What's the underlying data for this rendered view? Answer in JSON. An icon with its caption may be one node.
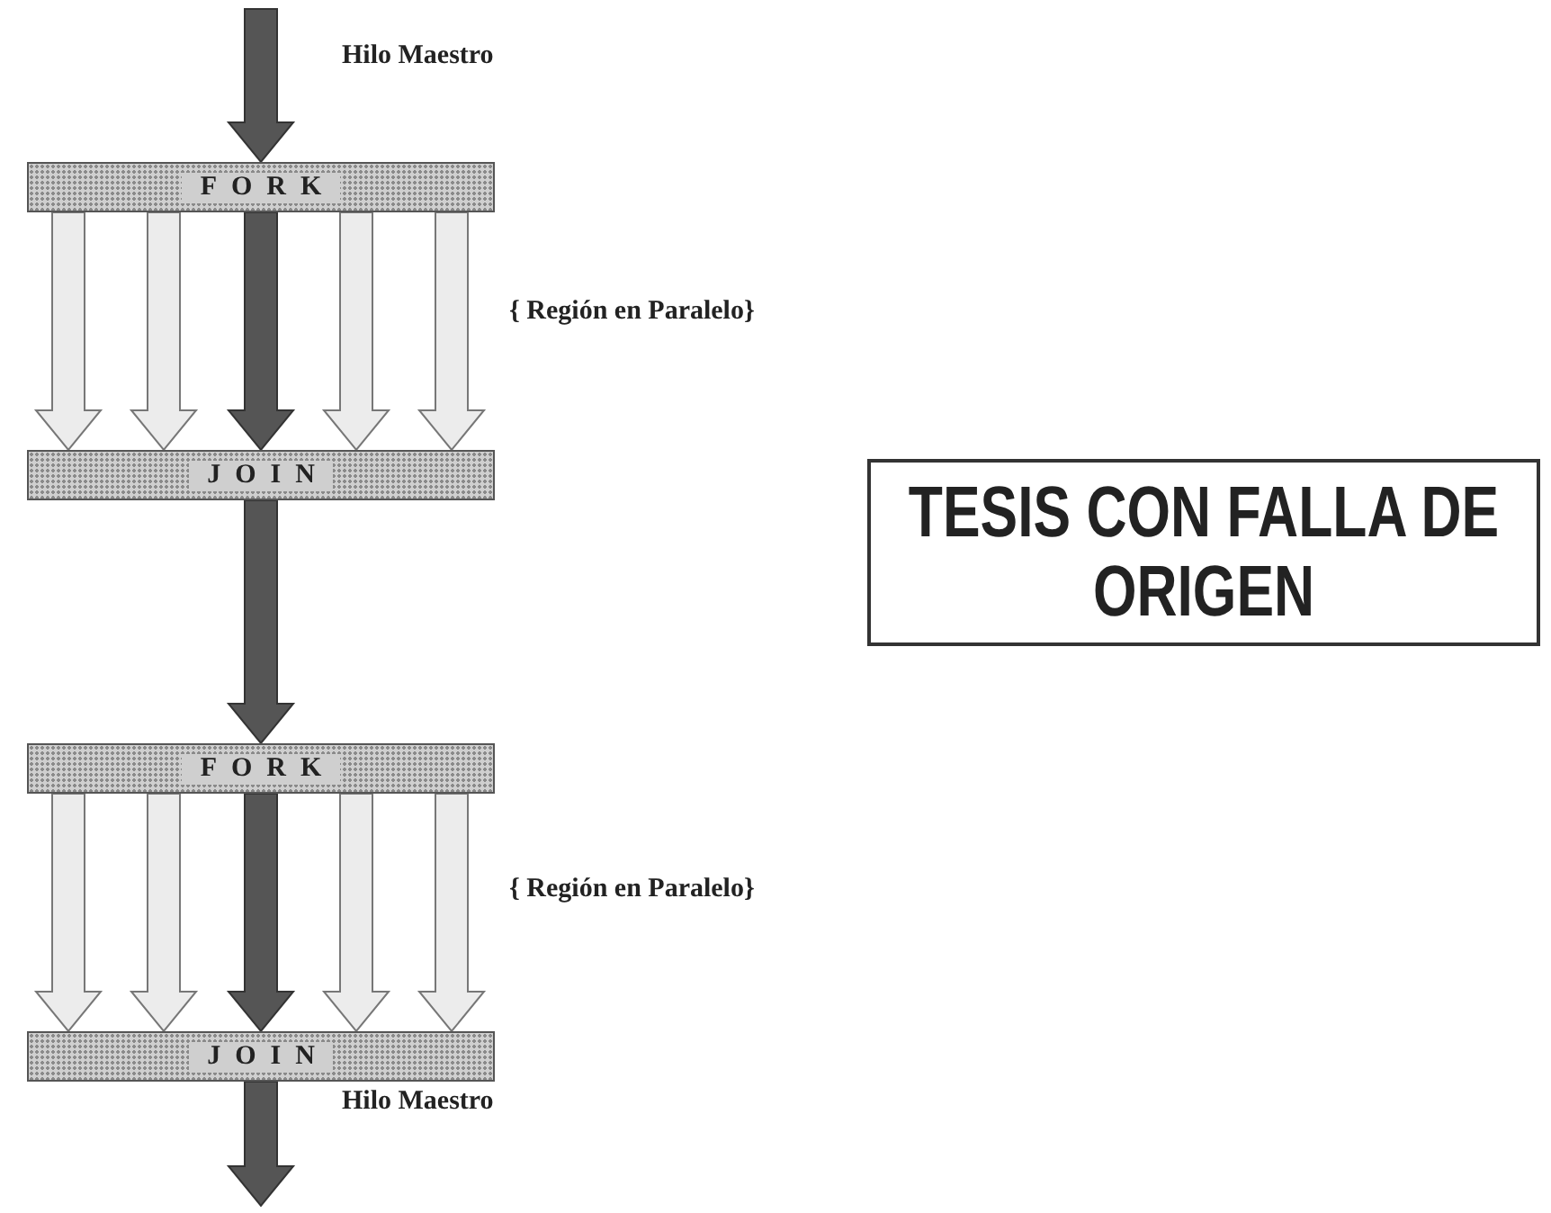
{
  "diagram": {
    "nodes": [
      {
        "text": [
          "FORK"
        ]
      },
      {
        "text": [
          "JOIN"
        ]
      },
      {
        "text": [
          "FORK"
        ]
      },
      {
        "text": [
          "JOIN"
        ]
      },
      {
        "text": [
          "TESIS CON FALLA DE ORIGEN"
        ]
      }
    ],
    "edges": [
      {
        "from": null,
        "to": 0,
        "arrow": "to",
        "color": "#555555"
      },
      {
        "from": 0,
        "to": 1,
        "arrow": "to"
      },
      {
        "from": 0,
        "to": 1,
        "arrow": "to"
      },
      {
        "from": 0,
        "to": 1,
        "arrow": "to",
        "color": "#555555"
      },
      {
        "from": 0,
        "to": 1,
        "arrow": "to"
      },
      {
        "from": 0,
        "to": 1,
        "arrow": "to"
      },
      {
        "from": 1,
        "to": 2,
        "arrow": "to",
        "color": "#555555"
      },
      {
        "from": 2,
        "to": 3,
        "arrow": "to"
      },
      {
        "from": 2,
        "to": 3,
        "arrow": "to"
      },
      {
        "from": 2,
        "to": 3,
        "arrow": "to",
        "color": "#555555"
      },
      {
        "from": 2,
        "to": 3,
        "arrow": "to"
      },
      {
        "from": 2,
        "to": 3,
        "arrow": "to"
      },
      {
        "from": 3,
        "to": null,
        "arrow": "to",
        "color": "#555555"
      }
    ],
    "labels": [
      "Hilo Maestro",
      "{ Región en Paralelo}",
      "{ Región en Paralelo}",
      "Hilo Maestro"
    ]
  }
}
